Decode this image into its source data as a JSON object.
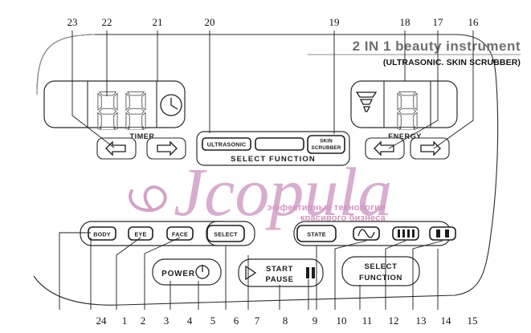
{
  "title": {
    "main": "2 IN 1  beauty instrument",
    "sub": "(ULTRASONIC. SKIN SCRUBBER)"
  },
  "watermark": {
    "script": "Jcopula",
    "line1": "эффективные технологии",
    "line2": "красивого бизнеса",
    "color": "#cf9bc4"
  },
  "displays": {
    "timer": {
      "group_label": "TIMER",
      "digits": [
        "8",
        "8"
      ],
      "icon": "clock-icon"
    },
    "energy": {
      "group_label": "ENERGY",
      "digits": [
        "8"
      ],
      "icon": "level-bars-icon"
    }
  },
  "select_function_bar": {
    "label": "SELECT FUNCTION",
    "items": [
      {
        "label": "ULTRASONIC",
        "lines": [
          "ULTRASONIC"
        ]
      },
      {
        "label": "",
        "lines": []
      },
      {
        "label": "SKIN SCRUBBER",
        "lines": [
          "SKIN",
          "SCRUBBER"
        ]
      }
    ]
  },
  "arrow_buttons": [
    {
      "name": "timer-decrease",
      "icon": "arrow-left-icon"
    },
    {
      "name": "timer-increase",
      "icon": "arrow-right-icon"
    },
    {
      "name": "energy-decrease",
      "icon": "arrow-left-icon"
    },
    {
      "name": "energy-increase",
      "icon": "arrow-right-icon"
    }
  ],
  "indicator_row": [
    {
      "label": "BODY",
      "lines": [
        "BODY"
      ],
      "icon": ""
    },
    {
      "label": "EYE",
      "lines": [
        "EYE"
      ],
      "icon": ""
    },
    {
      "label": "FACE",
      "lines": [
        "FACE"
      ],
      "icon": ""
    },
    {
      "label": "SELECT",
      "lines": [
        "SELECT"
      ],
      "icon": ""
    },
    {
      "label": "STATE",
      "lines": [
        "STATE"
      ],
      "icon": ""
    },
    {
      "label": "",
      "lines": [],
      "icon": "sine-wave-icon"
    },
    {
      "label": "",
      "lines": [],
      "icon": "pulse-train-icon"
    },
    {
      "label": "",
      "lines": [],
      "icon": "square-wave-icon"
    }
  ],
  "main_buttons": [
    {
      "label": "POWER",
      "lines": [
        "POWER"
      ],
      "icon": "power-icon"
    },
    {
      "label": "START PAUSE",
      "lines": [
        "START",
        "PAUSE"
      ],
      "icon_left": "play-icon",
      "icon_right": "pause-icon"
    },
    {
      "label": "SELECT FUNCTION",
      "lines": [
        "SELECT",
        "FUNCTION"
      ],
      "icon": ""
    }
  ],
  "callouts": {
    "top": [
      {
        "n": "23"
      },
      {
        "n": "22"
      },
      {
        "n": "21"
      },
      {
        "n": "20"
      },
      {
        "n": "19"
      },
      {
        "n": "18"
      },
      {
        "n": "17"
      },
      {
        "n": "16"
      }
    ],
    "bottom": [
      {
        "n": "24"
      },
      {
        "n": "1"
      },
      {
        "n": "2"
      },
      {
        "n": "3"
      },
      {
        "n": "4"
      },
      {
        "n": "5"
      },
      {
        "n": "6"
      },
      {
        "n": "7"
      },
      {
        "n": "8"
      },
      {
        "n": "9"
      },
      {
        "n": "10"
      },
      {
        "n": "11"
      },
      {
        "n": "12"
      },
      {
        "n": "13"
      },
      {
        "n": "14"
      },
      {
        "n": "15"
      }
    ]
  }
}
